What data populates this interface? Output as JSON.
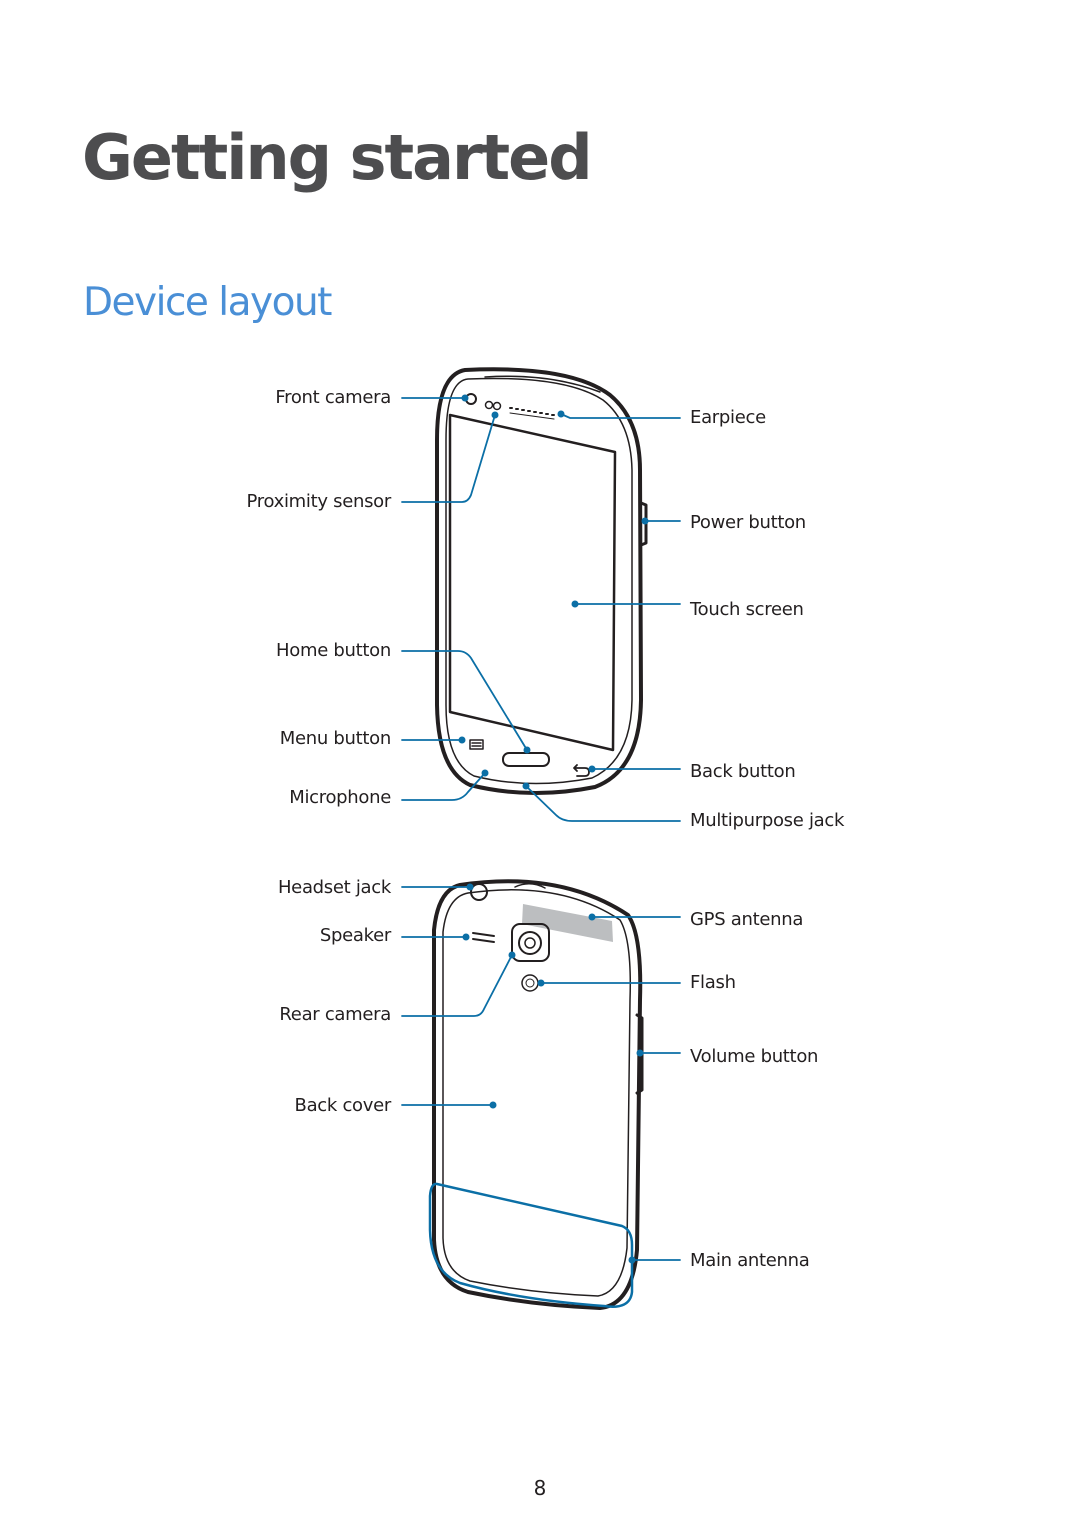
{
  "title": "Getting started",
  "section": "Device layout",
  "front_labels": {
    "front_camera": "Front camera",
    "proximity_sensor": "Proximity sensor",
    "home_button": "Home button",
    "menu_button": "Menu button",
    "microphone": "Microphone",
    "earpiece": "Earpiece",
    "power_button": "Power button",
    "touch_screen": "Touch screen",
    "back_button": "Back button",
    "multipurpose_jack": "Multipurpose jack"
  },
  "back_labels": {
    "headset_jack": "Headset jack",
    "speaker": "Speaker",
    "rear_camera": "Rear camera",
    "back_cover": "Back cover",
    "gps_antenna": "GPS antenna",
    "flash": "Flash",
    "volume_button": "Volume button",
    "main_antenna": "Main antenna"
  },
  "page_number": "8",
  "colors": {
    "title": "#4d4d4f",
    "section": "#4a8fd6",
    "callout": "#0b6fa6",
    "outline": "#231f20"
  }
}
